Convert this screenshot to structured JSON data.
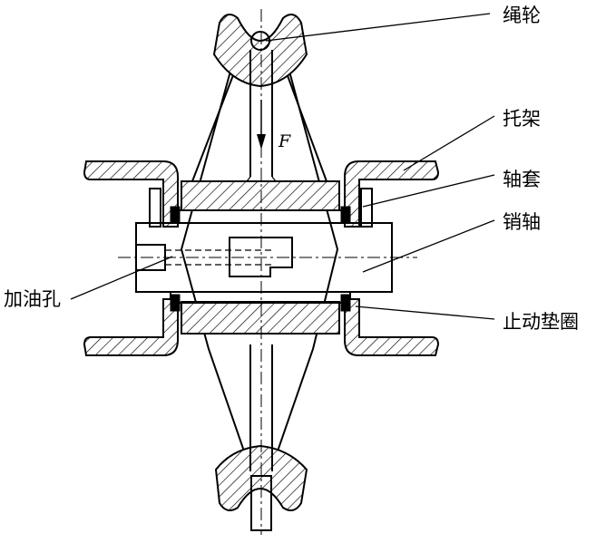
{
  "labels": {
    "sheave": "绳轮",
    "bracket": "托架",
    "bushing": "轴套",
    "pin": "销轴",
    "oil_hole": "加油孔",
    "stop_washer": "止动垫圈"
  },
  "force_symbol": "F"
}
